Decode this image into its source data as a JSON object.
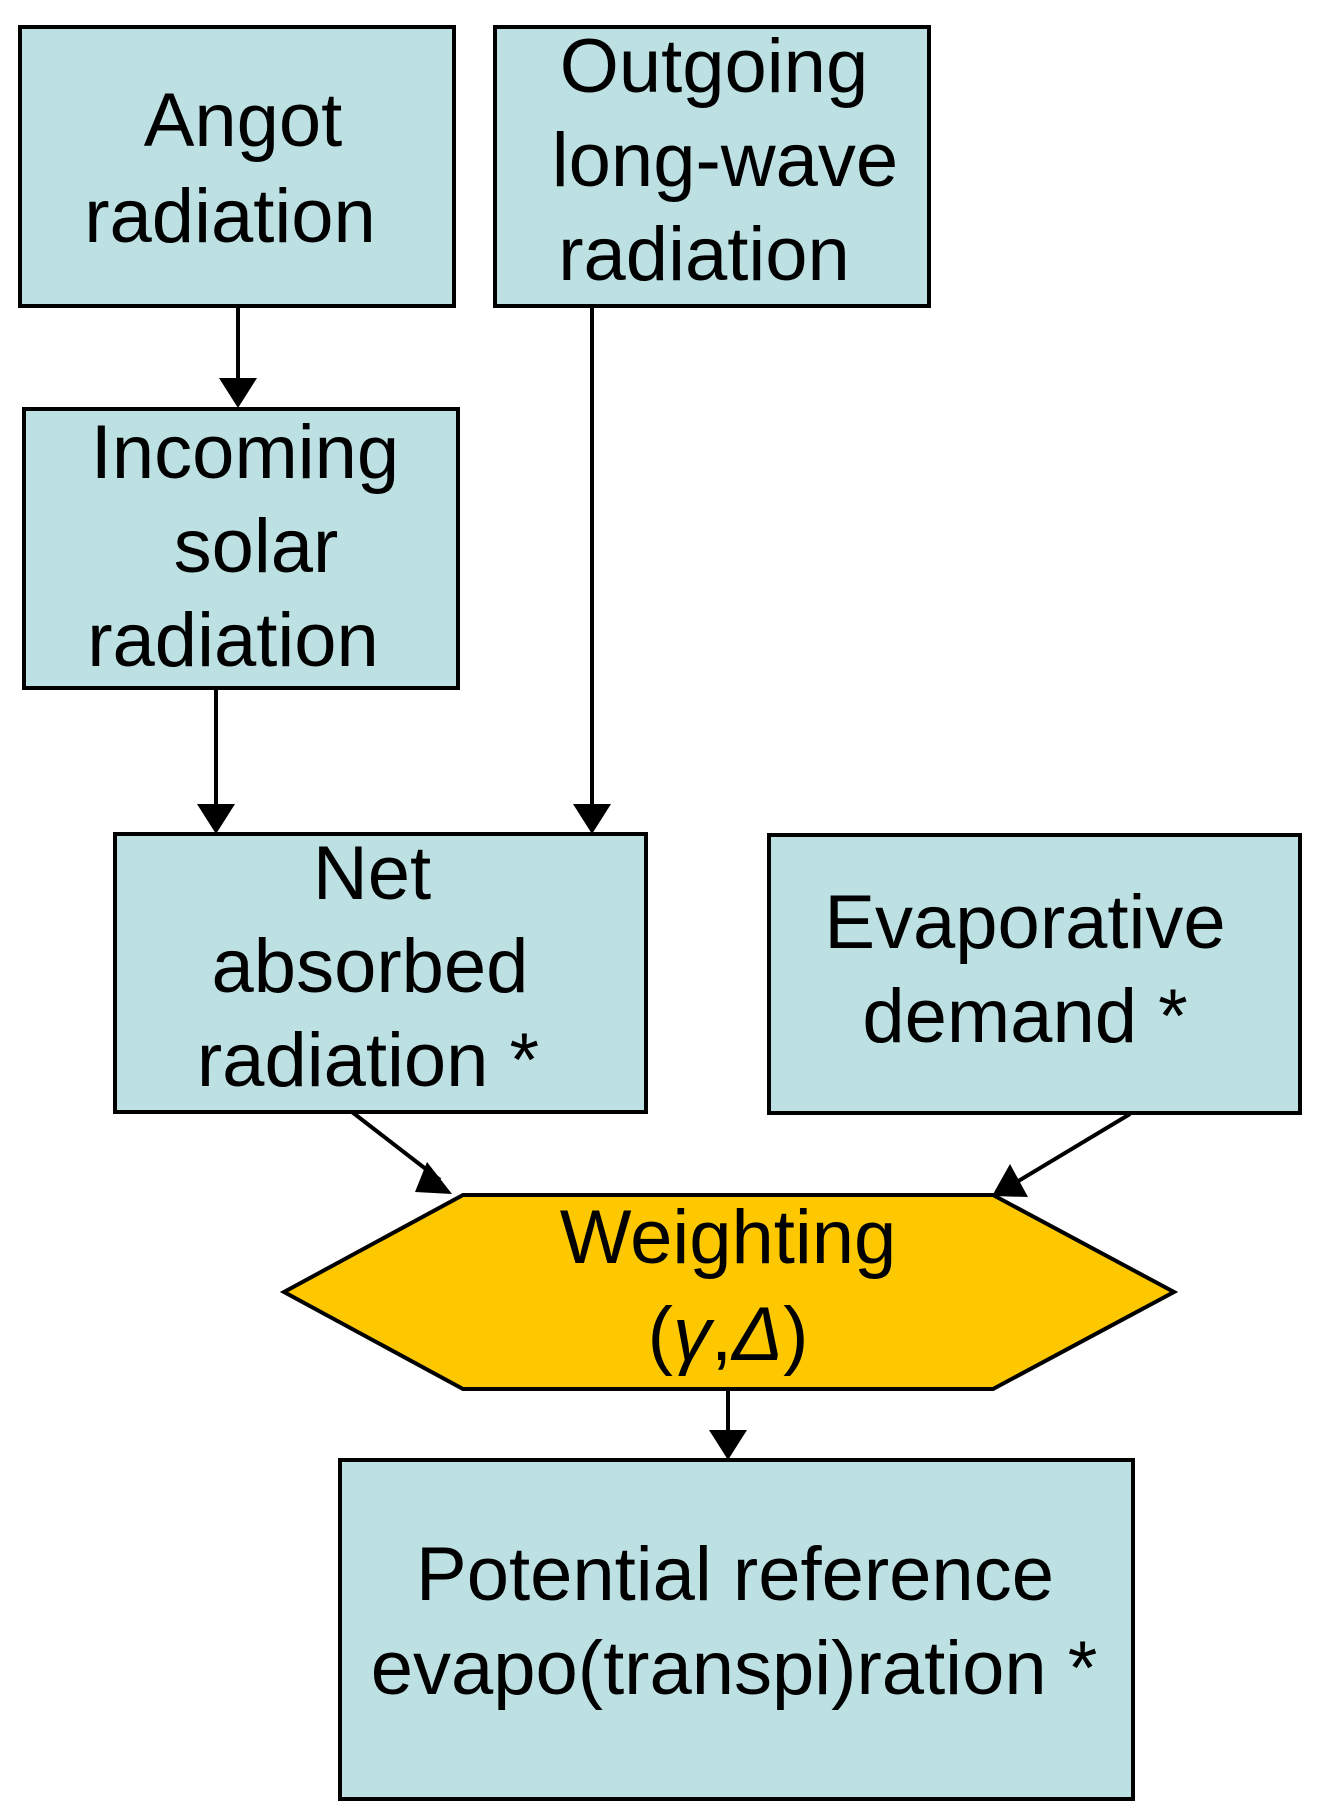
{
  "colors": {
    "box_fill": "#bde0e3",
    "hexagon_fill": "#fdc800",
    "stroke": "#000000"
  },
  "nodes": {
    "angot": {
      "lines": [
        "Angot",
        "radiation"
      ]
    },
    "outgoing": {
      "lines": [
        "Outgoing",
        "long-wave",
        "radiation"
      ]
    },
    "incoming": {
      "lines": [
        "Incoming",
        "solar",
        "radiation"
      ]
    },
    "net": {
      "lines": [
        "Net",
        "absorbed",
        "radiation *"
      ]
    },
    "evaporative": {
      "lines": [
        "Evaporative",
        "demand *"
      ]
    },
    "weighting": {
      "line1": "Weighting",
      "paren_open": "(",
      "gamma": "γ",
      "comma": ",",
      "delta": "Δ",
      "paren_close": ")"
    },
    "potential": {
      "lines": [
        "Potential reference",
        "evapo(transpi)ration *"
      ]
    }
  },
  "edges": [
    {
      "from": "angot",
      "to": "incoming"
    },
    {
      "from": "incoming",
      "to": "net"
    },
    {
      "from": "outgoing",
      "to": "net"
    },
    {
      "from": "net",
      "to": "weighting"
    },
    {
      "from": "evaporative",
      "to": "weighting"
    },
    {
      "from": "weighting",
      "to": "potential"
    }
  ]
}
